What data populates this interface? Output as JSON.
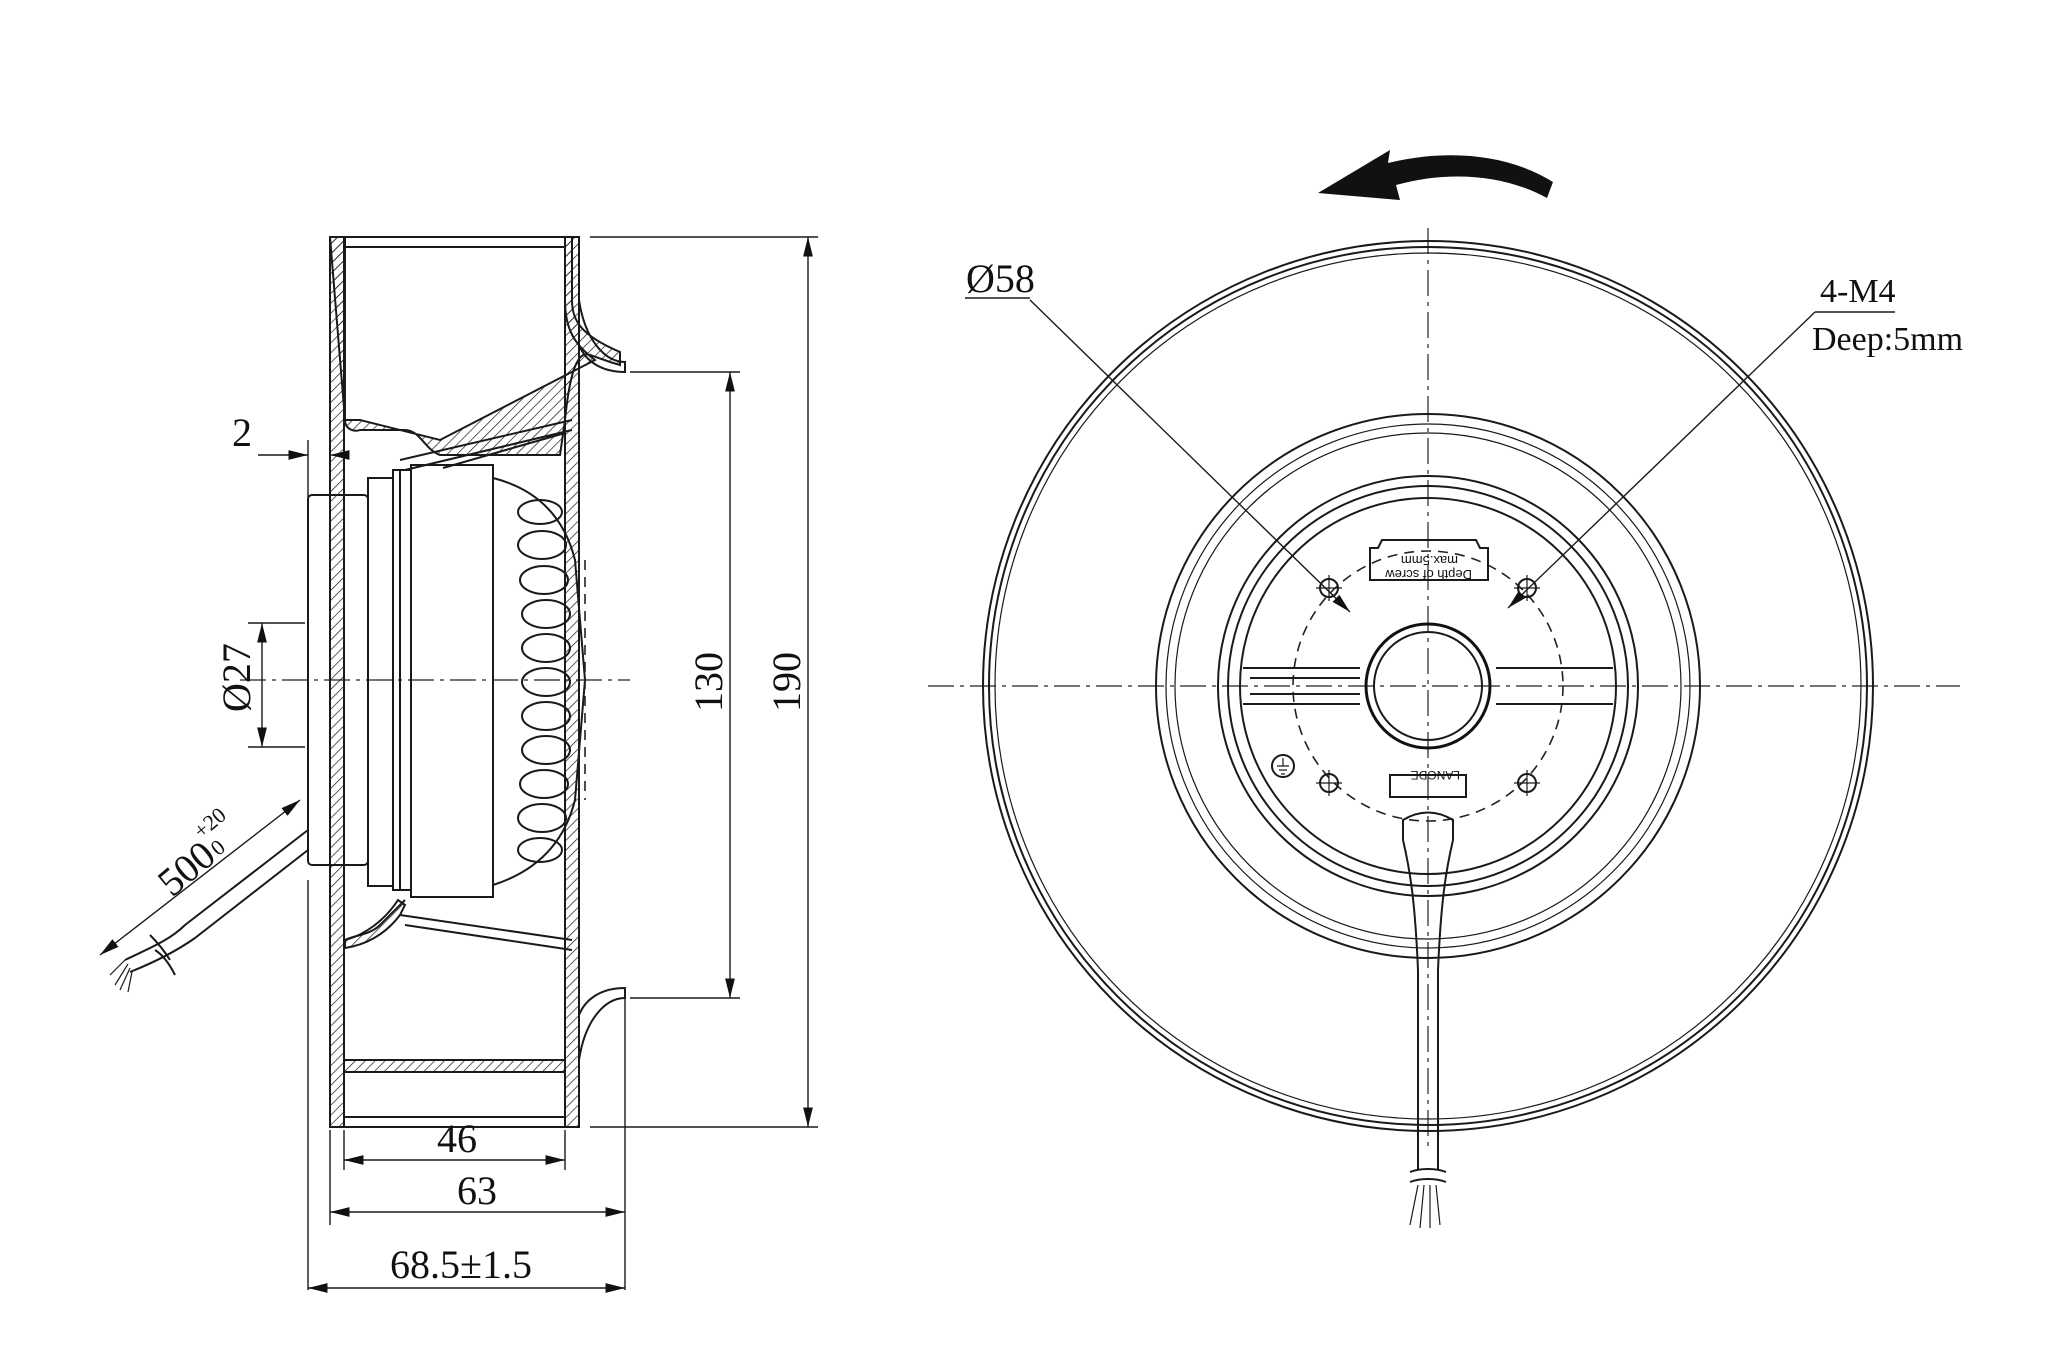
{
  "side_view": {
    "dims": {
      "wall": "2",
      "shaft_diameter": "Ø27",
      "inlet_diameter": "130",
      "outer_diameter": "190",
      "depth_46": "46",
      "depth_63": "63",
      "depth_total": "68.5±1.5",
      "cable_length": "500",
      "cable_tol_upper": "+20",
      "cable_tol_lower": "0"
    }
  },
  "front_view": {
    "bolt_circle": "Ø58",
    "screw_spec": "4-M4",
    "screw_depth": "Deep:5mm",
    "label_depth_line1": "Depth of screw",
    "label_depth_line2": "max.5mm",
    "brand_label": "LANGDE",
    "rotation_arrow": "arrow-left-curved"
  }
}
